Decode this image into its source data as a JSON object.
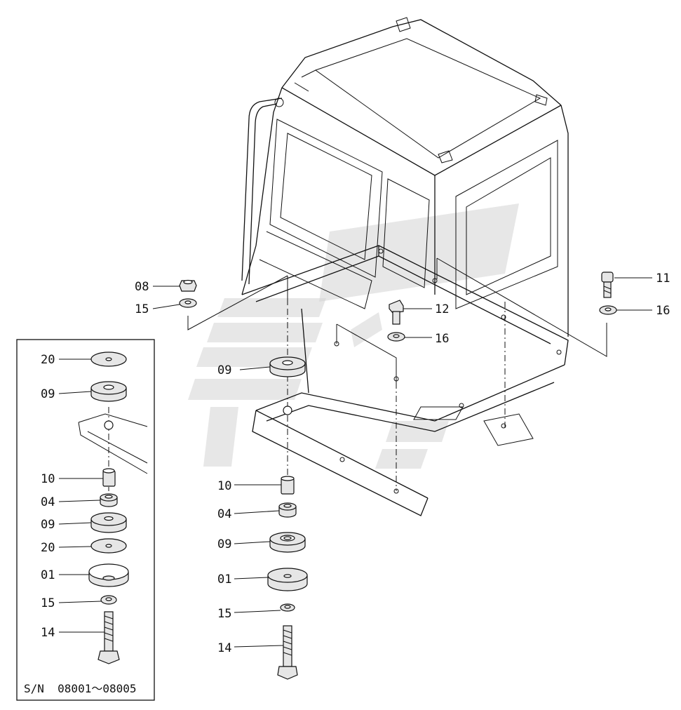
{
  "diagram": {
    "serial_note": "S/N  08001～08005",
    "main_labels": {
      "p08": "08",
      "p15a": "15",
      "p09": "09",
      "p11": "11",
      "p12": "12",
      "p16a": "16",
      "p16b": "16",
      "p10": "10",
      "p04": "04",
      "p09b": "09",
      "p01": "01",
      "p15b": "15",
      "p14": "14"
    },
    "inset_labels": {
      "p20a": "20",
      "p09a": "09",
      "p10": "10",
      "p04": "04",
      "p09b": "09",
      "p20b": "20",
      "p01": "01",
      "p15": "15",
      "p14": "14"
    }
  }
}
